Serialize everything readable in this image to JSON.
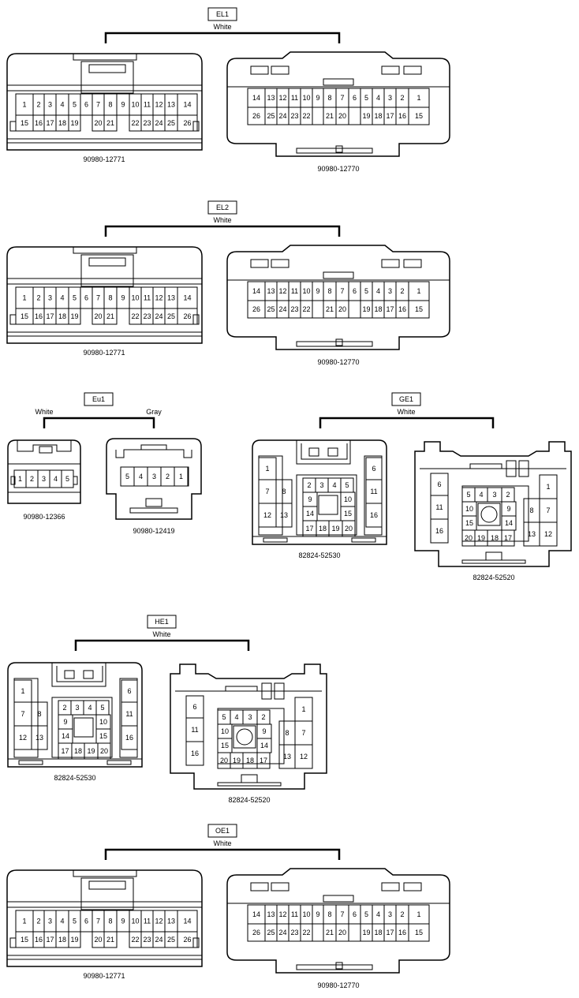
{
  "pair_connectors": {
    "left_pins": {
      "top": [
        "1",
        "2",
        "3",
        "4",
        "5",
        "6",
        "7",
        "8",
        "9",
        "10",
        "11",
        "12",
        "13",
        "14"
      ],
      "bottom": [
        "15",
        "16",
        "17",
        "18",
        "19",
        "20",
        "21",
        "22",
        "23",
        "24",
        "25",
        "26"
      ]
    },
    "right_pins": {
      "top": [
        "14",
        "13",
        "12",
        "11",
        "10",
        "9",
        "8",
        "7",
        "6",
        "5",
        "4",
        "3",
        "2",
        "1"
      ],
      "bottom": [
        "26",
        "25",
        "24",
        "23",
        "22",
        "21",
        "20",
        "19",
        "18",
        "17",
        "16",
        "15"
      ]
    }
  },
  "pairs": [
    {
      "code": "EL1",
      "color": "White",
      "left_part": "90980-12771",
      "right_part": "90980-12770"
    },
    {
      "code": "EL2",
      "color": "White",
      "left_part": "90980-12771",
      "right_part": "90980-12770"
    },
    {
      "code": "OE1",
      "color": "White",
      "left_part": "90980-12771",
      "right_part": "90980-12770"
    }
  ],
  "eu1": {
    "code": "Eu1",
    "left_color": "White",
    "right_color": "Gray",
    "left_part": "90980-12366",
    "right_part": "90980-12419",
    "left_pins": [
      "1",
      "2",
      "3",
      "4",
      "5"
    ],
    "right_pins": [
      "5",
      "4",
      "3",
      "2",
      "1"
    ]
  },
  "twenty_pin_pairs": [
    {
      "code": "GE1",
      "color": "White",
      "left_part": "82824-52530",
      "right_part": "82824-52520"
    },
    {
      "code": "HE1",
      "color": "White",
      "left_part": "82824-52530",
      "right_part": "82824-52520"
    }
  ],
  "twenty_pin_left": {
    "p1": "1",
    "p7": "7",
    "p8": "8",
    "p12": "12",
    "p13": "13",
    "p2": "2",
    "p3": "3",
    "p4": "4",
    "p5": "5",
    "p9": "9",
    "p10": "10",
    "p14": "14",
    "p15": "15",
    "p17": "17",
    "p18": "18",
    "p19": "19",
    "p20": "20",
    "p6": "6",
    "p11": "11",
    "p16": "16"
  },
  "twenty_pin_right": {
    "p6": "6",
    "p11": "11",
    "p16": "16",
    "p5": "5",
    "p4": "4",
    "p3": "3",
    "p2": "2",
    "p10": "10",
    "p9": "9",
    "p15": "15",
    "p14": "14",
    "p20": "20",
    "p19": "19",
    "p18": "18",
    "p17": "17",
    "p1": "1",
    "p8": "8",
    "p7": "7",
    "p13": "13",
    "p12": "12"
  }
}
